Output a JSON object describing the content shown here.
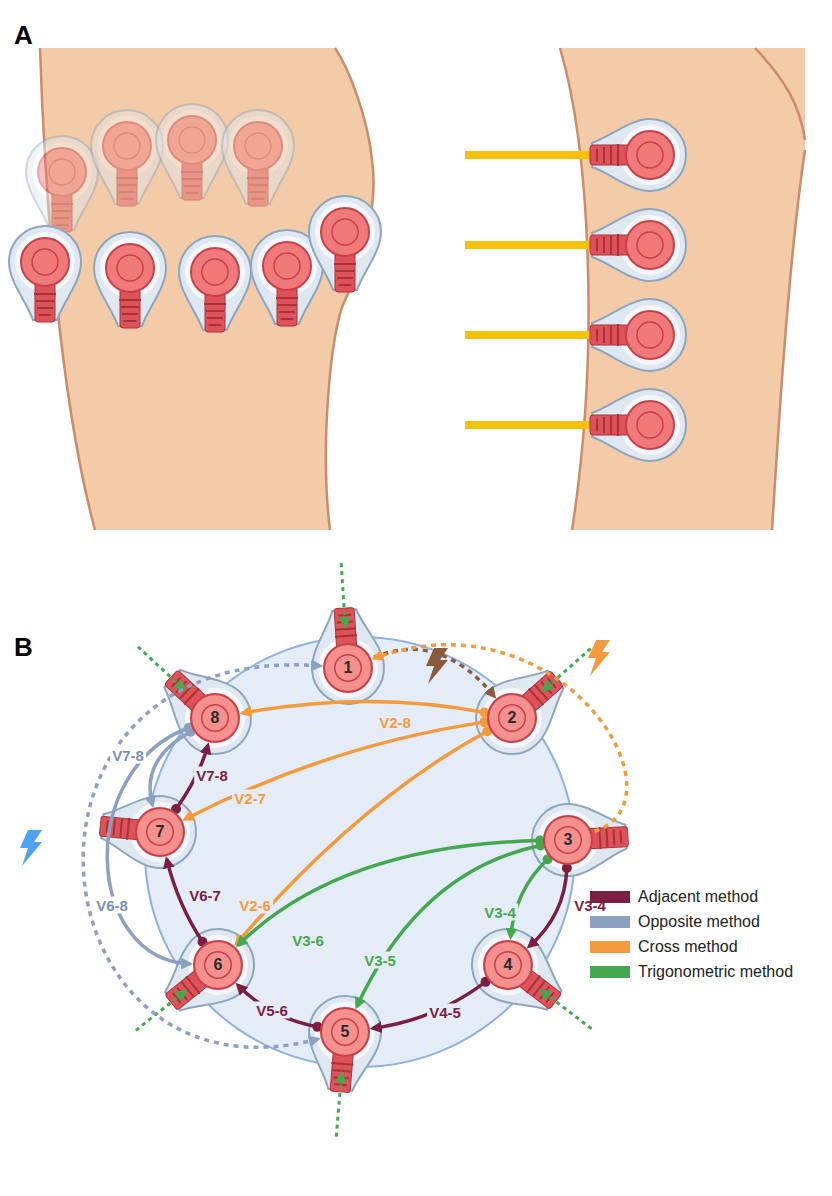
{
  "diagram": {
    "nodes": [
      {
        "text": [
          "1"
        ]
      },
      {
        "text": [
          "2"
        ]
      },
      {
        "text": [
          "3"
        ]
      },
      {
        "text": [
          "4"
        ]
      },
      {
        "text": [
          "5"
        ]
      },
      {
        "text": [
          "6"
        ]
      },
      {
        "text": [
          "7"
        ]
      },
      {
        "text": [
          "8"
        ]
      }
    ],
    "edges": [
      {
        "from": 0,
        "to": 1,
        "arrow": "to"
      },
      {
        "from": 2,
        "to": 3,
        "label": "V3-4",
        "arrow": "to"
      },
      {
        "from": 3,
        "to": 4,
        "label": "V4-5",
        "arrow": "to"
      },
      {
        "from": 4,
        "to": 5,
        "label": "V5-6",
        "arrow": "to"
      },
      {
        "from": 5,
        "to": 6,
        "label": "V6-7",
        "arrow": "to"
      },
      {
        "from": 6,
        "to": 7,
        "label": "V7-8",
        "arrow": "to"
      },
      {
        "from": 7,
        "to": 6,
        "label": "V7-8",
        "arrow": "to"
      },
      {
        "from": 7,
        "to": 5,
        "label": "V6-8",
        "arrow": "to"
      },
      {
        "from": 4,
        "to": 0,
        "arrow": "both"
      },
      {
        "from": 1,
        "to": 7,
        "label": "V2-8",
        "arrow": "to"
      },
      {
        "from": 1,
        "to": 6,
        "label": "V2-7",
        "arrow": "to"
      },
      {
        "from": 1,
        "to": 5,
        "label": "V2-6",
        "arrow": "to"
      },
      {
        "from": 2,
        "to": 0,
        "arrow": "to"
      },
      {
        "from": 2,
        "to": 3,
        "label": "V3-4",
        "arrow": "to"
      },
      {
        "from": 2,
        "to": 4,
        "label": "V3-5",
        "arrow": "to"
      },
      {
        "from": 2,
        "to": 5,
        "label": "V3-6",
        "arrow": "to"
      }
    ],
    "labels": [
      "A",
      "B"
    ],
    "legend": [
      {
        "text": "Adjacent method",
        "color": "#7b1f42"
      },
      {
        "text": "Opposite method",
        "color": "#8ca0c0"
      },
      {
        "text": "Cross method",
        "color": "#f39a3c"
      },
      {
        "text": "Trigonometric method",
        "color": "#45a84e"
      }
    ]
  }
}
